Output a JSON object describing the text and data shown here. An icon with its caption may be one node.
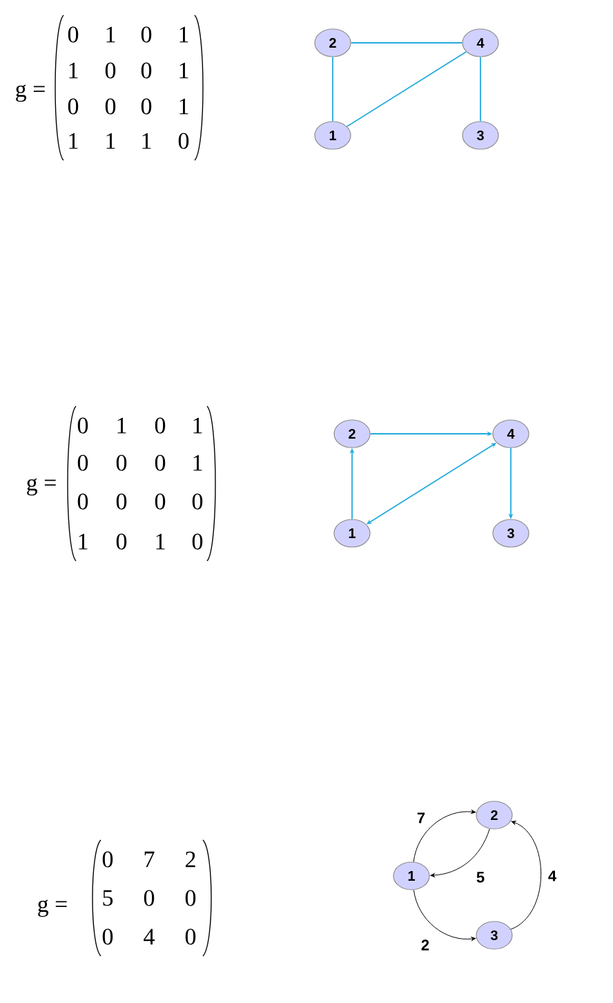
{
  "diagram": {
    "nodes": [
      {
        "text": [
          "2"
        ]
      },
      {
        "text": [
          "4"
        ]
      },
      {
        "text": [
          "1"
        ]
      },
      {
        "text": [
          "3"
        ]
      },
      {
        "text": [
          "2"
        ]
      },
      {
        "text": [
          "4"
        ]
      },
      {
        "text": [
          "1"
        ]
      },
      {
        "text": [
          "3"
        ]
      },
      {
        "text": [
          "2"
        ]
      },
      {
        "text": [
          "1"
        ]
      },
      {
        "text": [
          "3"
        ]
      }
    ],
    "edges": [
      {
        "from": 0,
        "to": 1,
        "arrow": "none"
      },
      {
        "from": 0,
        "to": 2,
        "arrow": "none"
      },
      {
        "from": 2,
        "to": 1,
        "arrow": "none"
      },
      {
        "from": 1,
        "to": 3,
        "arrow": "none"
      },
      {
        "from": 4,
        "to": 5,
        "arrow": "to"
      },
      {
        "from": 6,
        "to": 4,
        "arrow": "to"
      },
      {
        "from": 6,
        "to": 5,
        "arrow": "both"
      },
      {
        "from": 5,
        "to": 7,
        "arrow": "to"
      },
      {
        "from": 9,
        "to": 8,
        "arrow": "to",
        "label": "7",
        "color": "#000000"
      },
      {
        "from": 8,
        "to": 9,
        "arrow": "to",
        "label": "5",
        "color": "#000000"
      },
      {
        "from": 9,
        "to": 10,
        "arrow": "to",
        "label": "2",
        "color": "#000000"
      },
      {
        "from": 10,
        "to": 8,
        "arrow": "to",
        "label": "4",
        "color": "#000000"
      }
    ],
    "labels": [
      "g =",
      "0",
      "1",
      "0",
      "1",
      "1",
      "0",
      "0",
      "1",
      "0",
      "0",
      "0",
      "1",
      "1",
      "1",
      "1",
      "0",
      "g =",
      "0",
      "1",
      "0",
      "1",
      "0",
      "0",
      "0",
      "1",
      "0",
      "0",
      "0",
      "0",
      "1",
      "0",
      "1",
      "0",
      "g =",
      "0",
      "7",
      "2",
      "5",
      "0",
      "0",
      "0",
      "4",
      "0"
    ]
  }
}
